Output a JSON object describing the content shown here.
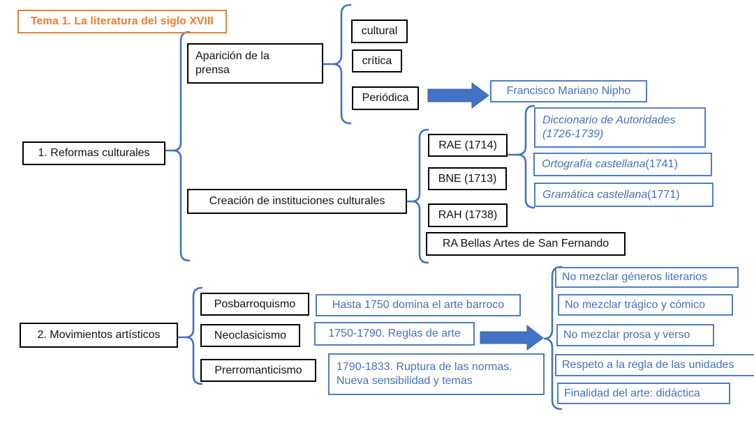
{
  "title": "Tema 1. La literatura del siglo XVIII",
  "colors": {
    "accent_blue": "#4472C4",
    "accent_orange": "#ED7D31",
    "box_border_black": "#000000"
  },
  "sections": {
    "reformas": {
      "label": "1. Reformas culturales",
      "prensa": {
        "label_lines": [
          "Aparición de la",
          "prensa"
        ],
        "types": [
          "cultural",
          "crítica",
          "Periódica"
        ],
        "nipho": "Francisco Mariano Nipho"
      },
      "instituciones": {
        "label": "Creación de instituciones culturales",
        "items": [
          "RAE (1714)",
          "BNE (1713)",
          "RAH (1738)",
          "RA Bellas Artes de San Fernando"
        ],
        "rae_works": [
          {
            "title": "Diccionario de Autoridades",
            "year": "(1726-1739)"
          },
          {
            "title": "Ortografía castellana",
            "year": " (1741)"
          },
          {
            "title": "Gramática castellana",
            "year": " (1771)"
          }
        ]
      }
    },
    "movimientos": {
      "label": "2. Movimientos artísticos",
      "items": [
        {
          "name": "Posbarroquismo",
          "desc": "Hasta 1750 domina el arte barroco"
        },
        {
          "name": "Neoclasicismo",
          "desc": "1750-1790. Reglas de arte"
        },
        {
          "name": "Prerromanticismo",
          "desc_lines": [
            "1790-1833. Ruptura de las normas.",
            "Nueva sensibilidad y temas"
          ]
        }
      ],
      "neoclasicismo_rules": [
        "No mezclar géneros literarios",
        "No mezclar trágico y cómico",
        "No mezclar prosa y verso",
        "Respeto a la regla de las unidades",
        "Finalidad del arte: didáctica"
      ]
    }
  }
}
